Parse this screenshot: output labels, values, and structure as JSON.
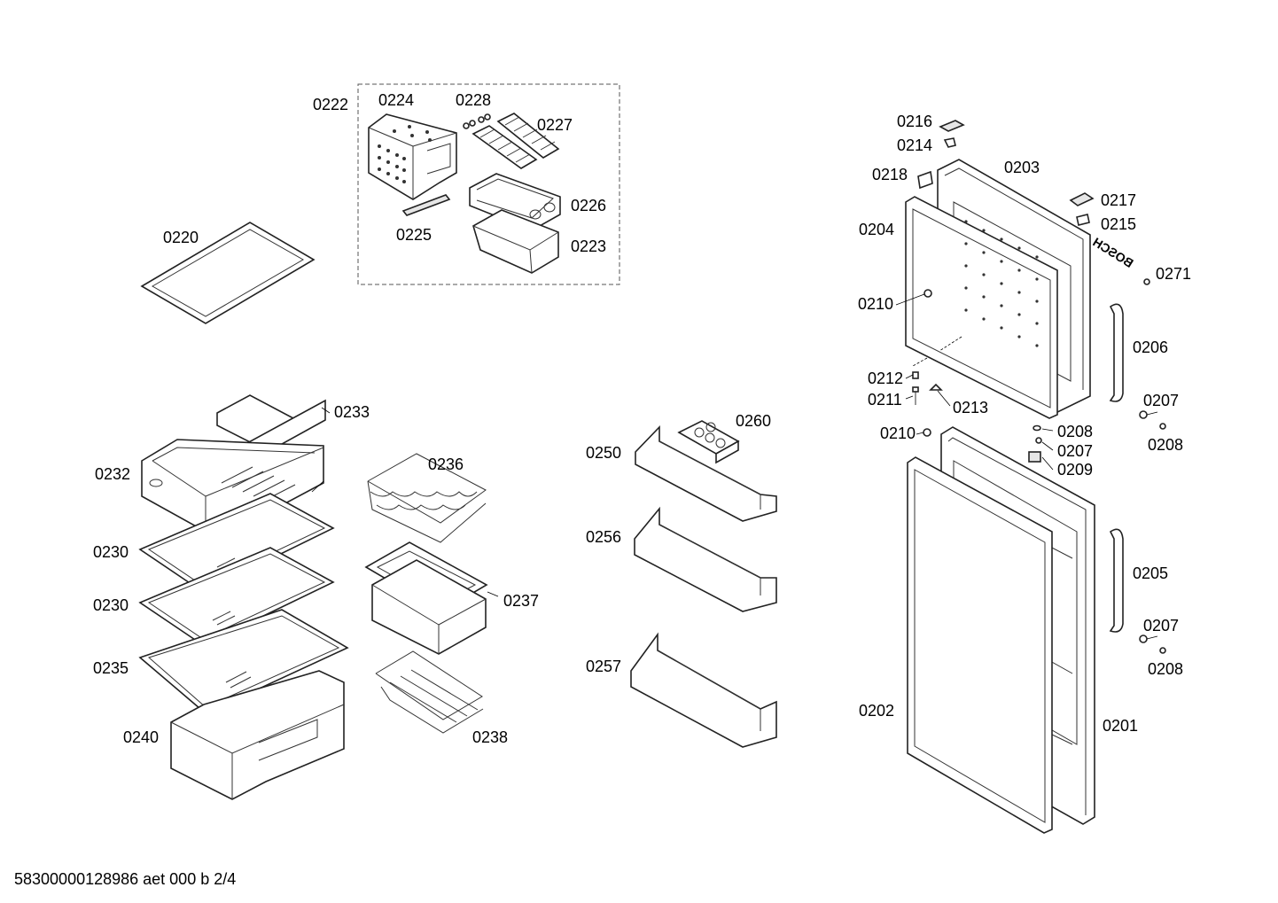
{
  "parts": [
    {
      "id": "p0222",
      "text": "0222"
    },
    {
      "id": "p0224",
      "text": "0224"
    },
    {
      "id": "p0228",
      "text": "0228"
    },
    {
      "id": "p0227",
      "text": "0227"
    },
    {
      "id": "p0226",
      "text": "0226"
    },
    {
      "id": "p0225",
      "text": "0225"
    },
    {
      "id": "p0223",
      "text": "0223"
    },
    {
      "id": "p0220",
      "text": "0220"
    },
    {
      "id": "p0233",
      "text": "0233"
    },
    {
      "id": "p0232",
      "text": "0232"
    },
    {
      "id": "p0236",
      "text": "0236"
    },
    {
      "id": "p0230a",
      "text": "0230"
    },
    {
      "id": "p0230b",
      "text": "0230"
    },
    {
      "id": "p0237",
      "text": "0237"
    },
    {
      "id": "p0235",
      "text": "0235"
    },
    {
      "id": "p0240",
      "text": "0240"
    },
    {
      "id": "p0238",
      "text": "0238"
    },
    {
      "id": "p0260",
      "text": "0260"
    },
    {
      "id": "p0250",
      "text": "0250"
    },
    {
      "id": "p0256",
      "text": "0256"
    },
    {
      "id": "p0257",
      "text": "0257"
    },
    {
      "id": "p0216",
      "text": "0216"
    },
    {
      "id": "p0214",
      "text": "0214"
    },
    {
      "id": "p0203",
      "text": "0203"
    },
    {
      "id": "p0218",
      "text": "0218"
    },
    {
      "id": "p0217",
      "text": "0217"
    },
    {
      "id": "p0215",
      "text": "0215"
    },
    {
      "id": "p0204",
      "text": "0204"
    },
    {
      "id": "p0271",
      "text": "0271"
    },
    {
      "id": "p0210a",
      "text": "0210"
    },
    {
      "id": "p0206",
      "text": "0206"
    },
    {
      "id": "p0212",
      "text": "0212"
    },
    {
      "id": "p0211",
      "text": "0211"
    },
    {
      "id": "p0213",
      "text": "0213"
    },
    {
      "id": "p0207a",
      "text": "0207"
    },
    {
      "id": "p0208a",
      "text": "0208"
    },
    {
      "id": "p0210b",
      "text": "0210"
    },
    {
      "id": "p0208b",
      "text": "0208"
    },
    {
      "id": "p0207b",
      "text": "0207"
    },
    {
      "id": "p0209",
      "text": "0209"
    },
    {
      "id": "p0205",
      "text": "0205"
    },
    {
      "id": "p0207c",
      "text": "0207"
    },
    {
      "id": "p0208c",
      "text": "0208"
    },
    {
      "id": "p0202",
      "text": "0202"
    },
    {
      "id": "p0201",
      "text": "0201"
    }
  ],
  "brand_text": "BOSCH",
  "footer": "58300000128986 aet 000 b 2/4"
}
